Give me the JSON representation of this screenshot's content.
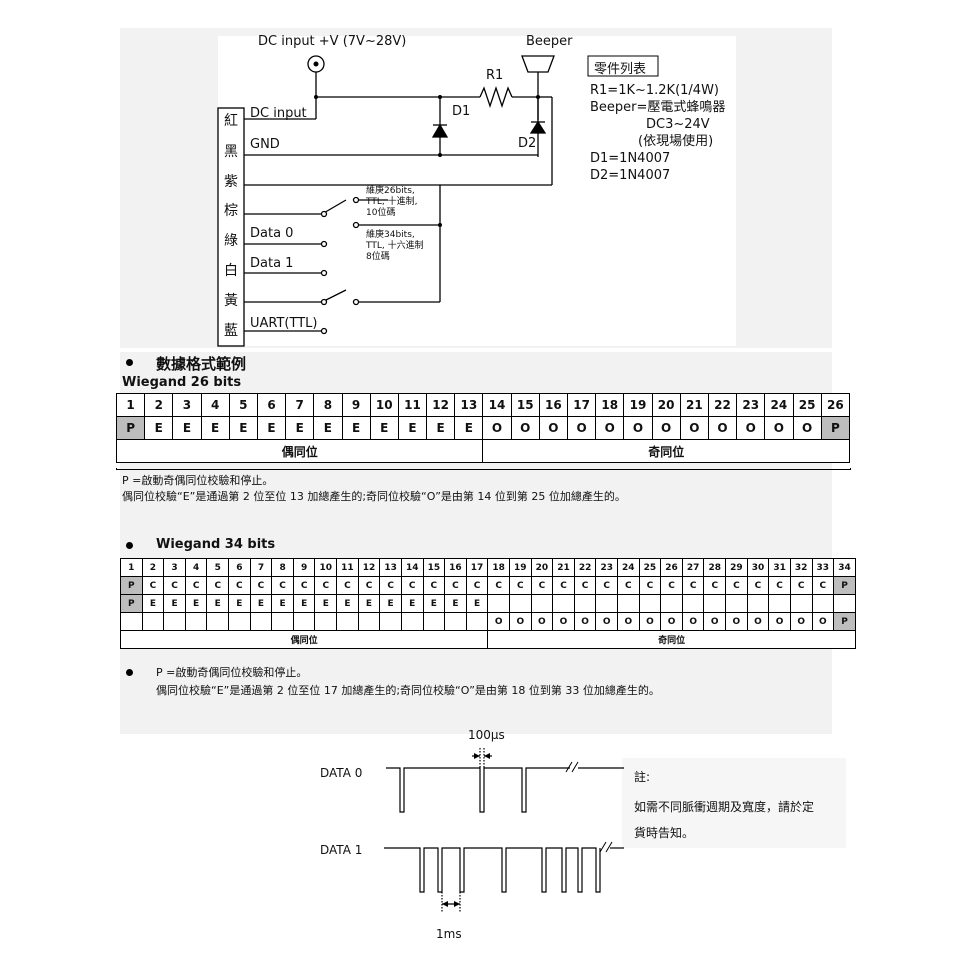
{
  "circuit": {
    "dc_input_label": "DC input +V (7V~28V)",
    "beeper_label": "Beeper",
    "r1_label": "R1",
    "d1_label": "D1",
    "d2_label": "D2",
    "wires": [
      "紅",
      "黑",
      "紫",
      "棕",
      "綠",
      "白",
      "黃",
      "藍"
    ],
    "pin_labels": {
      "dc_input": "DC input",
      "gnd": "GND",
      "data0": "Data 0",
      "data1": "Data 1",
      "uart": "UART(TTL)"
    },
    "switch_note_26": [
      "維庚26bits,",
      "TTL, 十進制,",
      "10位碼"
    ],
    "switch_note_34": [
      "維庚34bits,",
      "TTL, 十六進制",
      "8位碼"
    ],
    "parts_title": "零件列表",
    "parts": [
      "R1=1K~1.2K(1/4W)",
      "Beeper=壓電式蜂鳴器",
      "DC3~24V",
      "(依現場使用)",
      "D1=1N4007",
      "D2=1N4007"
    ]
  },
  "section_title": "數據格式範例",
  "wiegand26": {
    "title": "Wiegand 26 bits",
    "numbers": [
      "1",
      "2",
      "3",
      "4",
      "5",
      "6",
      "7",
      "8",
      "9",
      "10",
      "11",
      "12",
      "13",
      "14",
      "15",
      "16",
      "17",
      "18",
      "19",
      "20",
      "21",
      "22",
      "23",
      "24",
      "25",
      "26"
    ],
    "bits": [
      "P",
      "E",
      "E",
      "E",
      "E",
      "E",
      "E",
      "E",
      "E",
      "E",
      "E",
      "E",
      "E",
      "O",
      "O",
      "O",
      "O",
      "O",
      "O",
      "O",
      "O",
      "O",
      "O",
      "O",
      "O",
      "P"
    ],
    "even_label": "偶同位",
    "odd_label": "奇同位",
    "note1": "P =啟動奇偶同位校驗和停止。",
    "note2": "偶同位校驗“E”是通過第 2 位至位 13 加總產生的;奇同位校驗“O”是由第 14 位到第 25 位加總產生的。"
  },
  "wiegand34": {
    "title": "Wiegand 34 bits",
    "numbers": [
      "1",
      "2",
      "3",
      "4",
      "5",
      "6",
      "7",
      "8",
      "9",
      "10",
      "11",
      "12",
      "13",
      "14",
      "15",
      "16",
      "17",
      "18",
      "19",
      "20",
      "21",
      "22",
      "23",
      "24",
      "25",
      "26",
      "27",
      "28",
      "29",
      "30",
      "31",
      "32",
      "33",
      "34"
    ],
    "row_c": [
      "P",
      "C",
      "C",
      "C",
      "C",
      "C",
      "C",
      "C",
      "C",
      "C",
      "C",
      "C",
      "C",
      "C",
      "C",
      "C",
      "C",
      "C",
      "C",
      "C",
      "C",
      "C",
      "C",
      "C",
      "C",
      "C",
      "C",
      "C",
      "C",
      "C",
      "C",
      "C",
      "C",
      "P"
    ],
    "row_e": [
      "P",
      "E",
      "E",
      "E",
      "E",
      "E",
      "E",
      "E",
      "E",
      "E",
      "E",
      "E",
      "E",
      "E",
      "E",
      "E",
      "E",
      "",
      "",
      "",
      "",
      "",
      "",
      "",
      "",
      "",
      "",
      "",
      "",
      "",
      "",
      "",
      "",
      ""
    ],
    "row_o": [
      "",
      "",
      "",
      "",
      "",
      "",
      "",
      "",
      "",
      "",
      "",
      "",
      "",
      "",
      "",
      "",
      "",
      "O",
      "O",
      "O",
      "O",
      "O",
      "O",
      "O",
      "O",
      "O",
      "O",
      "O",
      "O",
      "O",
      "O",
      "O",
      "O",
      "P"
    ],
    "even_label": "偶同位",
    "odd_label": "奇同位",
    "note1": "P =啟動奇偶同位校驗和停止。",
    "note2": "偶同位校驗“E”是通過第 2 位至位 17 加總產生的;奇同位校驗“O”是由第 18 位到第 33 位加總產生的。"
  },
  "timing": {
    "pulse_width": "100μs",
    "period": "1ms",
    "data0_label": "DATA 0",
    "data1_label": "DATA 1",
    "note_title": "註:",
    "note_lines": [
      "如需不同脈衝週期及寬度，請於定",
      "貨時告知。"
    ]
  }
}
